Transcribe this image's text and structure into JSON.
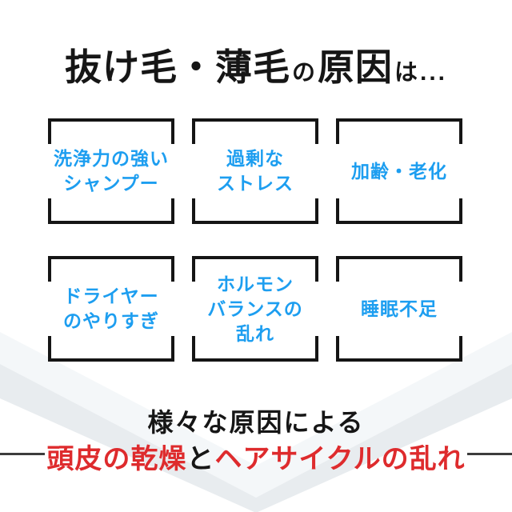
{
  "title": {
    "segments": [
      {
        "text": "抜け毛・薄毛",
        "size": "large"
      },
      {
        "text": "の",
        "size": "small"
      },
      {
        "text": "原因",
        "size": "large"
      },
      {
        "text": "は",
        "size": "small"
      },
      {
        "text": "...",
        "size": "small"
      }
    ],
    "full_text": "抜け毛・薄毛の原因は..."
  },
  "cause_boxes": [
    {
      "lines": [
        "洗浄力の強い",
        "シャンプー"
      ]
    },
    {
      "lines": [
        "過剰な",
        "ストレス"
      ]
    },
    {
      "lines": [
        "加齢・老化"
      ]
    },
    {
      "lines": [
        "ドライヤー",
        "のやりすぎ"
      ]
    },
    {
      "lines": [
        "ホルモン",
        "バランスの",
        "乱れ"
      ]
    },
    {
      "lines": [
        "睡眠不足"
      ]
    }
  ],
  "conclusion": {
    "line1": "様々な原因による",
    "line2": [
      {
        "text": "頭皮の乾燥",
        "color": "red"
      },
      {
        "text": "と",
        "color": "black"
      },
      {
        "text": "ヘアサイクルの乱れ",
        "color": "red"
      }
    ]
  },
  "colors": {
    "cause_text_blue": "#1d9ef0",
    "conclusion_red": "#de2b2d",
    "text_black": "#161616",
    "frame_black": "#151515",
    "chevron_main": "#e8ecef",
    "chevron_faint": "#f4f7f9",
    "side_rule": "#3c3c3c",
    "background": "#ffffff"
  }
}
